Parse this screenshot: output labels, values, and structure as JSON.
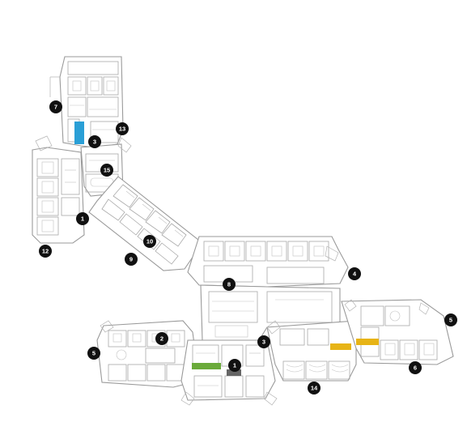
{
  "highlight_colors": {
    "blue": "#2a9fd6",
    "green": "#6aaa3a",
    "gray": "#666666",
    "yellow": "#e7b416"
  },
  "markers": [
    {
      "id": "m-7",
      "label": "7"
    },
    {
      "id": "m-13",
      "label": "13"
    },
    {
      "id": "m-3a",
      "label": "3"
    },
    {
      "id": "m-15",
      "label": "15"
    },
    {
      "id": "m-1a",
      "label": "1"
    },
    {
      "id": "m-12",
      "label": "12"
    },
    {
      "id": "m-10",
      "label": "10"
    },
    {
      "id": "m-9",
      "label": "9"
    },
    {
      "id": "m-4",
      "label": "4"
    },
    {
      "id": "m-8",
      "label": "8"
    },
    {
      "id": "m-5a",
      "label": "5"
    },
    {
      "id": "m-2",
      "label": "2"
    },
    {
      "id": "m-5b",
      "label": "5"
    },
    {
      "id": "m-3b",
      "label": "3"
    },
    {
      "id": "m-1b",
      "label": "1"
    },
    {
      "id": "m-6",
      "label": "6"
    },
    {
      "id": "m-14",
      "label": "14"
    }
  ]
}
